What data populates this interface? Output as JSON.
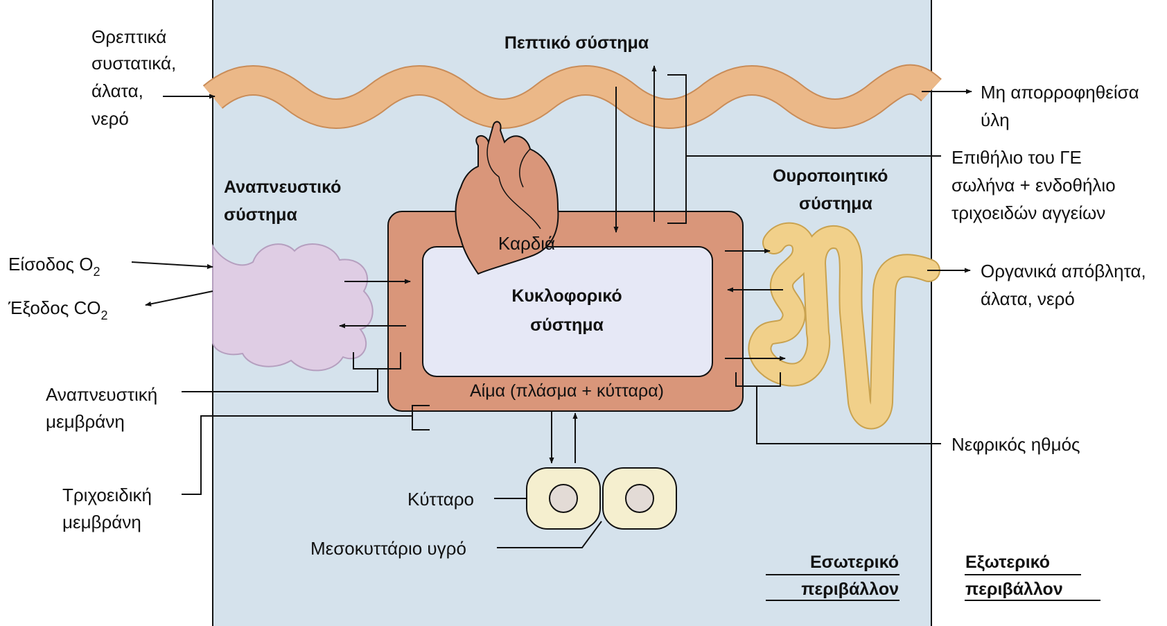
{
  "labels": {
    "digestive_system": "Πεπτικό σύστημα",
    "nutrients": [
      "Θρεπτικά",
      "συστατικά,",
      "άλατα,",
      "νερό"
    ],
    "unabsorbed": [
      "Μη απορροφηθείσα",
      "ύλη"
    ],
    "epithelium": [
      "Επιθήλιο του ΓΕ",
      "σωλήνα + ενδοθήλιο",
      "τριχοειδών αγγείων"
    ],
    "respiratory_system": [
      "Αναπνευστικό",
      "σύστημα"
    ],
    "urinary_system": [
      "Ουροποιητικό",
      "σύστημα"
    ],
    "o2_in": "Είσοδος O",
    "co2_out": "Έξοδος CO",
    "subscript_2": "2",
    "heart": "Καρδιά",
    "circulatory_system": [
      "Κυκλοφορικό",
      "σύστημα"
    ],
    "blood": "Αίμα (πλάσμα + κύτταρα)",
    "organic_waste": [
      "Οργανικά απόβλητα,",
      "άλατα, νερό"
    ],
    "respiratory_membrane": [
      "Αναπνευστική",
      "μεμβράνη"
    ],
    "capillary_membrane": [
      "Τριχοειδική",
      "μεμβράνη"
    ],
    "renal_tubule": "Νεφρικός ηθμός",
    "cell": "Κύτταρο",
    "interstitial_fluid": "Μεσοκυττάριο υγρό",
    "internal_env": [
      "Εσωτερικό",
      "περιβάλλον"
    ],
    "external_env": [
      "Εξωτερικό",
      "περιβάλλον"
    ]
  },
  "colors": {
    "internal_bg": "#d5e2ec",
    "gut": "#ebb888",
    "gut_stroke": "#c98c58",
    "circulatory_outer": "#d9967a",
    "circulatory_inner": "#e6e8f6",
    "lung": "#dfcde4",
    "kidney": "#f1d08a",
    "heart": "#d9967a",
    "cell_fill": "#f5efcf",
    "cell_nucleus": "#e3dbd6"
  }
}
